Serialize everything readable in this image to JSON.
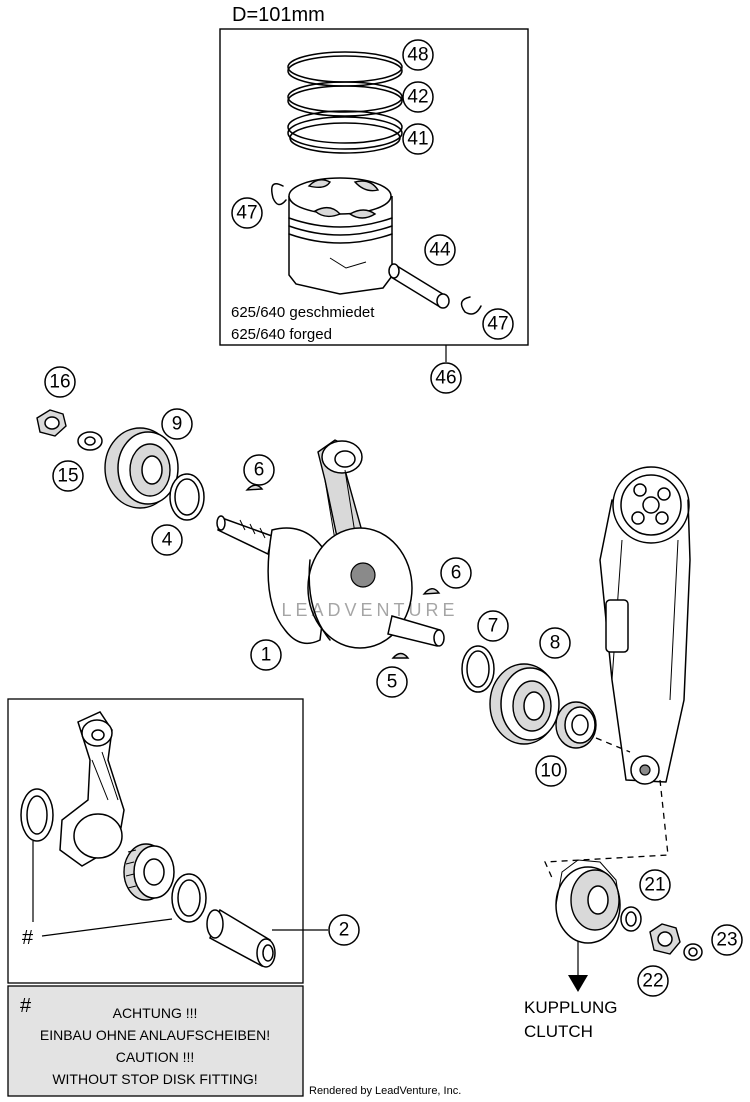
{
  "piston_box": {
    "diameter_label": "D=101mm",
    "line1": "625/640  geschmiedet",
    "line2": "625/640  forged"
  },
  "callouts": {
    "c1": "1",
    "c2": "2",
    "c4": "4",
    "c5": "5",
    "c6a": "6",
    "c6b": "6",
    "c7": "7",
    "c8": "8",
    "c9": "9",
    "c10": "10",
    "c15": "15",
    "c16": "16",
    "c21": "21",
    "c22": "22",
    "c23": "23",
    "c41": "41",
    "c42": "42",
    "c44": "44",
    "c46": "46",
    "c47a": "47",
    "c47b": "47",
    "c48": "48"
  },
  "conrod_box": {
    "hash_mark": "#"
  },
  "warning_box": {
    "symbol": "#",
    "line1": "ACHTUNG !!!",
    "line2": "EINBAU OHNE ANLAUFSCHEIBEN!",
    "line3": "CAUTION !!!",
    "line4": "WITHOUT STOP DISK FITTING!"
  },
  "clutch_label": {
    "de": "KUPPLUNG",
    "en": "CLUTCH"
  },
  "watermark": "LEADVENTURE",
  "footer": "Rendered by LeadVenture, Inc."
}
